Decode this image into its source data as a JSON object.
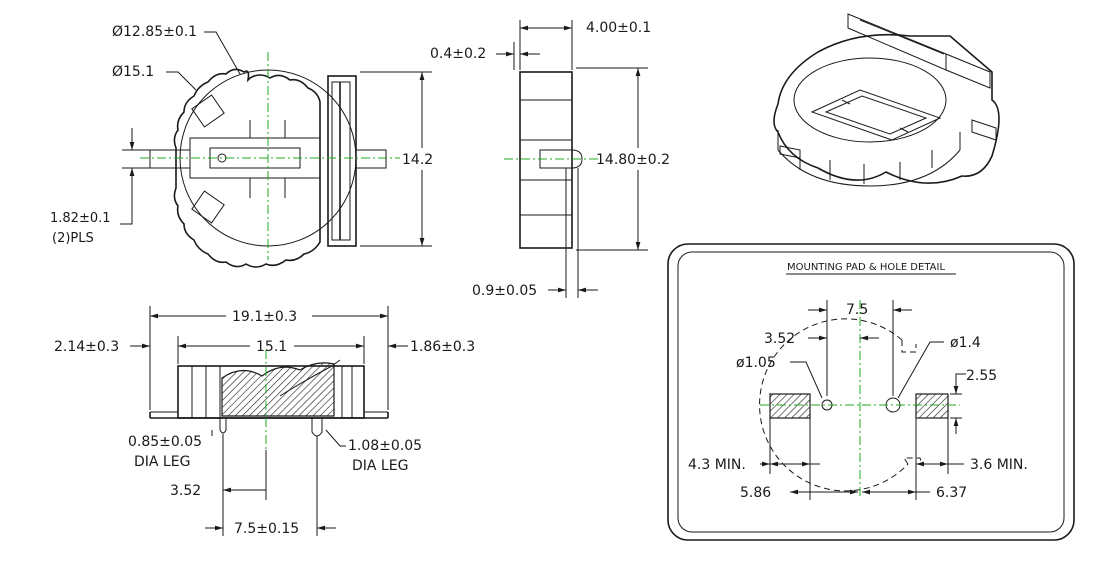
{
  "top_view": {
    "dia_outer_label": "Ø12.85±0.1",
    "dia_body_label": "Ø15.1",
    "width_label": "14.2",
    "leg_label_line1": "1.82±0.1",
    "leg_label_line2": "(2)PLS"
  },
  "side_view": {
    "thickness_label": "4.00±0.1",
    "offset_label": "0.4±0.2",
    "height_label": "14.80±0.2",
    "pin_label": "0.9±0.05"
  },
  "front_view": {
    "overall_label": "19.1±0.3",
    "left_offset_label": "2.14±0.3",
    "inner_label": "15.1",
    "right_offset_label": "1.86±0.3",
    "leg_left_line1": "0.85±0.05",
    "leg_left_line2": "DIA LEG",
    "leg_right_line1": "1.08±0.05",
    "leg_right_line2": "DIA LEG",
    "pitch_small_label": "3.52",
    "pitch_label": "7.5±0.15"
  },
  "pad_detail": {
    "title": "MOUNTING PAD & HOLE DETAIL",
    "spacing_label": "7.5",
    "offset_label": "3.52",
    "hole_small_label": "ø1.05",
    "hole_large_label": "ø1.4",
    "pad_height_label": "2.55",
    "min_left_label": "4.3  MIN.",
    "min_right_label": "3.6  MIN.",
    "left_dist_label": "5.86",
    "right_dist_label": "6.37"
  },
  "colors": {
    "line": "#1a1a1a",
    "centerline": "#1faa1f"
  }
}
